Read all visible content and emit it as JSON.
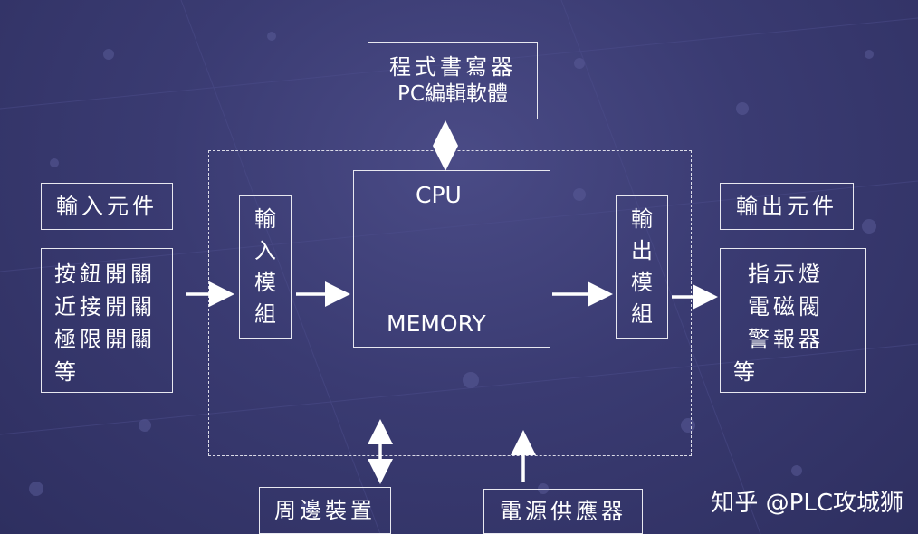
{
  "diagram": {
    "programmer": {
      "line1": "程式書寫器",
      "line2": "PC編輯軟體"
    },
    "input_title": "輸入元件",
    "input_items": [
      "按鈕開關",
      "近接開關",
      "極限開關",
      "等"
    ],
    "input_module": [
      "輸",
      "入",
      "模",
      "組"
    ],
    "cpu_label": "CPU",
    "memory_label": "MEMORY",
    "output_module": [
      "輸",
      "出",
      "模",
      "組"
    ],
    "output_title": "輸出元件",
    "output_items": [
      "指示燈",
      "電磁閥",
      "警報器",
      "等"
    ],
    "peripheral": "周邊裝置",
    "power_supply": "電源供應器"
  },
  "watermark": "知乎 @PLC攻城狮",
  "colors": {
    "background": "#3a3b72",
    "line": "#ffffff"
  }
}
